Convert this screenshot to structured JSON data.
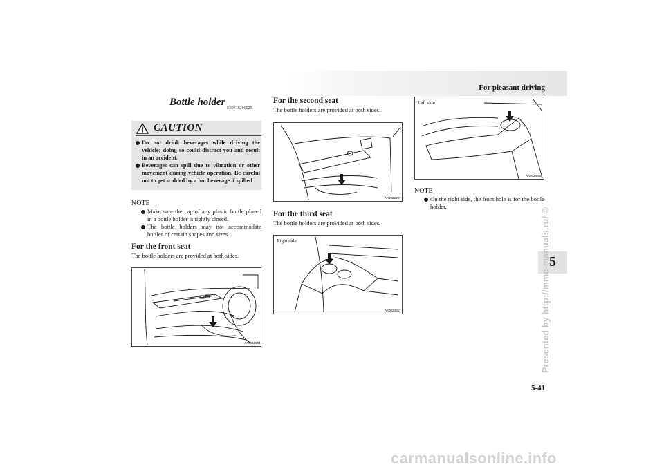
{
  "header": {
    "title": "For pleasant driving"
  },
  "chapter_tab": {
    "number": "5"
  },
  "page_number": "5-41",
  "credit_vertical": "Presented by http://mmc-manuals.ru/ ©",
  "section": {
    "title": "Bottle holder",
    "code": "E00718200025"
  },
  "caution": {
    "title": "CAUTION",
    "items": [
      "Do not drink beverages while driving the vehicle; doing so could distract you and result in an accident.",
      "Beverages can spill due to vibration or other movement during vehicle operation. Be careful not to get scalded by a hot beverage if spilled"
    ]
  },
  "note1": {
    "label": "NOTE",
    "items": [
      "Make sure the cap of any plastic bottle placed in a bottle holder is tightly closed.",
      "The bottle holders may not accommodate bottles of certain shapes and sizes."
    ]
  },
  "front_seat": {
    "heading": "For the front seat",
    "text": "The bottle holders are provided at both sides.",
    "figure_code": "AA0022204"
  },
  "second_seat": {
    "heading": "For the second seat",
    "text": "The bottle holders are provided at both sides.",
    "figure_code": "AA0022297"
  },
  "third_seat": {
    "heading": "For the third seat",
    "text": "The bottle holders are provided at both sides.",
    "figure_label": "Right side",
    "figure_code": "AA0024057"
  },
  "left_figure": {
    "label": "Left side",
    "code": "AA0024060"
  },
  "note2": {
    "label": "NOTE",
    "items": [
      "On the right side, the front hole is for the bottle holder."
    ]
  },
  "footer": {
    "watermark": "carmanualsonline.info"
  }
}
